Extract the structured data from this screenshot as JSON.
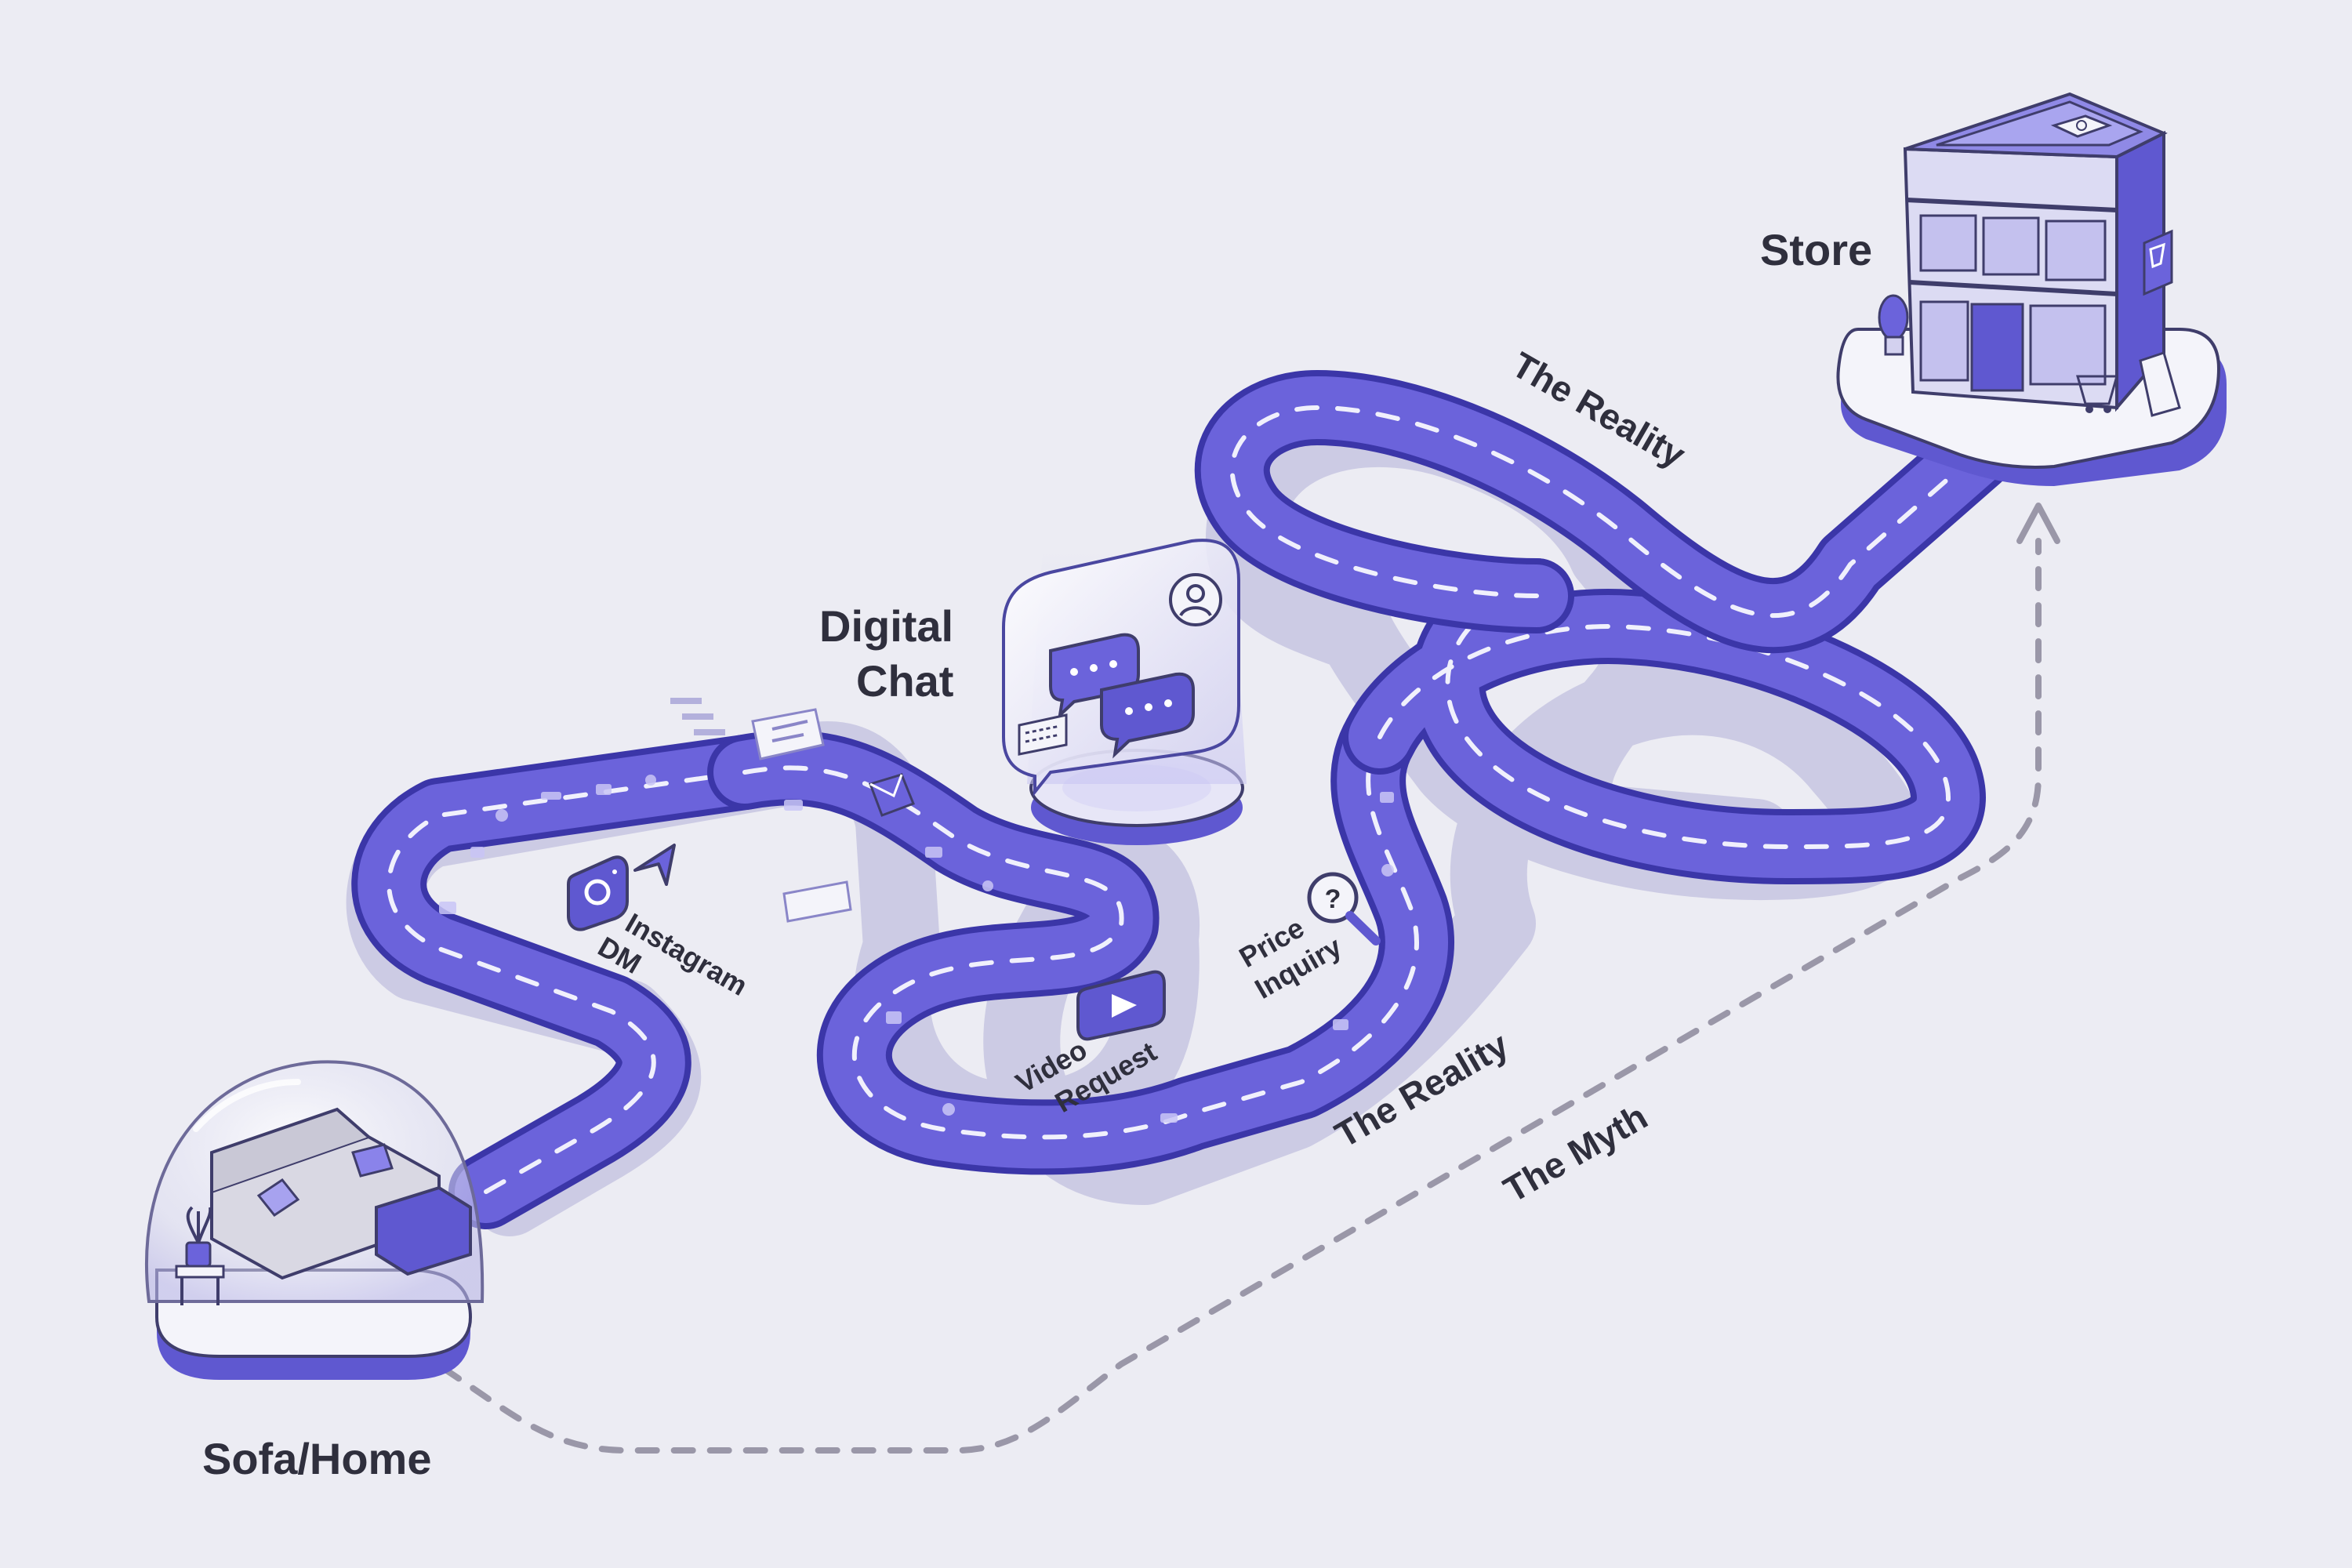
{
  "labels": {
    "store": "Store",
    "digital_chat_line1": "Digital",
    "digital_chat_line2": "Chat",
    "instagram_line1": "Instagram",
    "instagram_line2": "DM",
    "price_line1": "Price",
    "price_line2": "Inquiry",
    "video_line1": "Video",
    "video_line2": "Request",
    "reality_upper": "The Reality",
    "reality_lower": "The Reality",
    "myth": "The Myth",
    "sofa_home": "Sofa/Home"
  },
  "colors": {
    "background": "#ececf3",
    "road": "#6b63db",
    "road_edge": "#3b36a8",
    "myth_path": "#9a97a8",
    "text": "#2f2f3d",
    "platform": "#f4f4fa"
  },
  "icons": [
    "sofa-icon",
    "plant-icon",
    "instagram-icon",
    "send-arrow-icon",
    "chat-bubbles-icon",
    "keyboard-icon",
    "avatar-icon",
    "envelope-icon",
    "video-play-icon",
    "magnifier-question-icon",
    "shopping-cart-icon",
    "store-building-icon"
  ]
}
